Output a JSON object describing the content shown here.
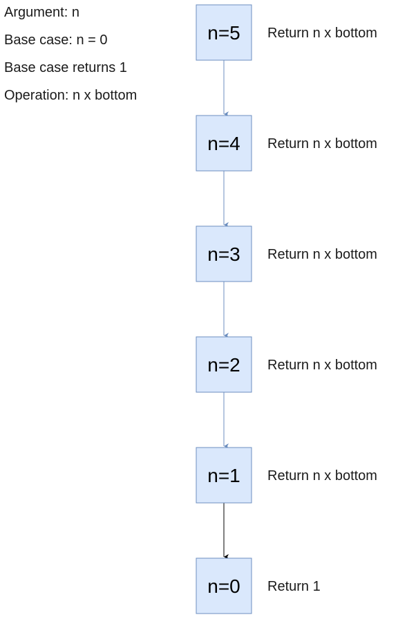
{
  "info": [
    "Argument: n",
    "Base case: n = 0",
    "Base case returns 1",
    "Operation: n x bottom"
  ],
  "nodes": [
    {
      "label": "n=5",
      "return": "Return n x bottom"
    },
    {
      "label": "n=4",
      "return": "Return n x bottom"
    },
    {
      "label": "n=3",
      "return": "Return n x bottom"
    },
    {
      "label": "n=2",
      "return": "Return n x bottom"
    },
    {
      "label": "n=1",
      "return": "Return n x bottom"
    },
    {
      "label": "n=0",
      "return": "Return 1"
    }
  ],
  "edges": [
    {
      "from": "n=5",
      "to": "n=4",
      "color": "#6c8ebf"
    },
    {
      "from": "n=4",
      "to": "n=3",
      "color": "#6c8ebf"
    },
    {
      "from": "n=3",
      "to": "n=2",
      "color": "#6c8ebf"
    },
    {
      "from": "n=2",
      "to": "n=1",
      "color": "#6c8ebf"
    },
    {
      "from": "n=1",
      "to": "n=0",
      "color": "#000000"
    }
  ],
  "colors": {
    "node_fill": "#dae8fc",
    "node_stroke": "#6c8ebf",
    "text": "#1a1a1a"
  }
}
